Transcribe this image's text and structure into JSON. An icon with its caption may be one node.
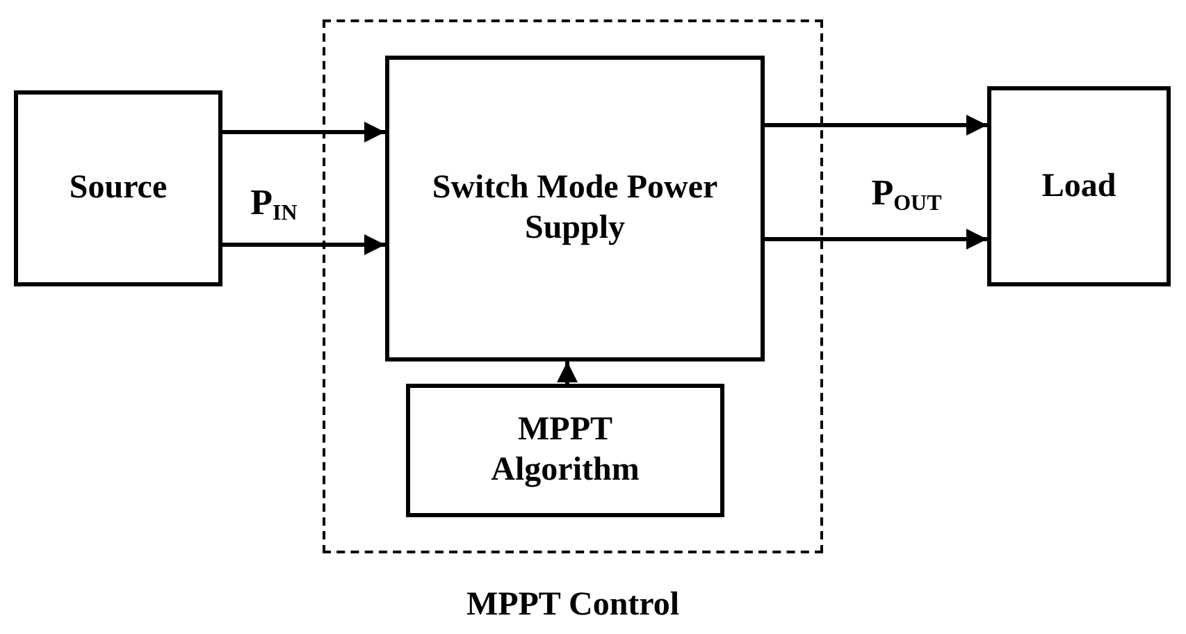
{
  "diagram": {
    "nodes": [
      {
        "text": [
          "MPPT Control"
        ]
      },
      {
        "text": [
          "Source"
        ]
      },
      {
        "text": [
          "Switch Mode Power Supply"
        ],
        "in": 0
      },
      {
        "text": [
          "MPPT Algorithm"
        ],
        "in": 0
      },
      {
        "text": [
          "Load"
        ]
      }
    ],
    "edges": [
      {
        "from": 1,
        "to": 2,
        "arrow": "to"
      },
      {
        "from": 1,
        "to": 2,
        "arrow": "to"
      },
      {
        "from": 2,
        "to": 4,
        "arrow": "to"
      },
      {
        "from": 2,
        "to": 4,
        "arrow": "to"
      },
      {
        "from": 3,
        "to": 2,
        "arrow": "to"
      }
    ],
    "labels": [
      "P$_{IN}$",
      "P$_{OUT}$"
    ]
  }
}
